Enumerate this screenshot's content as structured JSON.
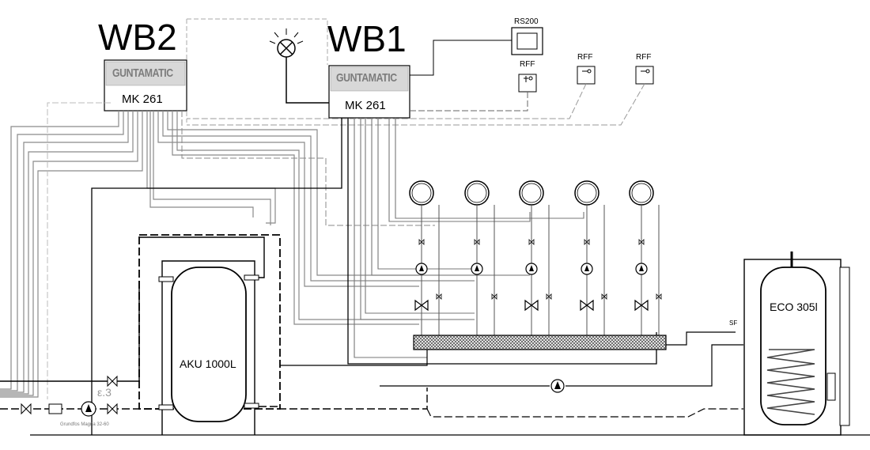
{
  "labels": {
    "wb2": "WB2",
    "wb1": "WB1",
    "controller_model": "MK 261",
    "brand": "GUNTAMATIC",
    "rs200": "RS200",
    "rff": "RFF",
    "buffer_tank": "AKU 1000L",
    "dhw_tank": "ECO 305l",
    "sf": "SF",
    "pump_model": "Grundfos Magna 32-60",
    "pump_stage": "ε.3"
  },
  "colors": {
    "line": "#000000",
    "wire": "#8a8a8a",
    "dashed_wire": "#b0b0b0",
    "brand": "#7c7c7c",
    "header_fill": "#c8c8c8"
  },
  "icons": {
    "lamp": "warning-lamp-icon",
    "thermostat": "room-thermostat-icon",
    "pump": "circulation-pump-icon",
    "valve": "gate-valve-icon",
    "mixing_valve": "three-way-mixing-valve-icon",
    "radiator_gauge": "pressure-gauge-icon"
  }
}
